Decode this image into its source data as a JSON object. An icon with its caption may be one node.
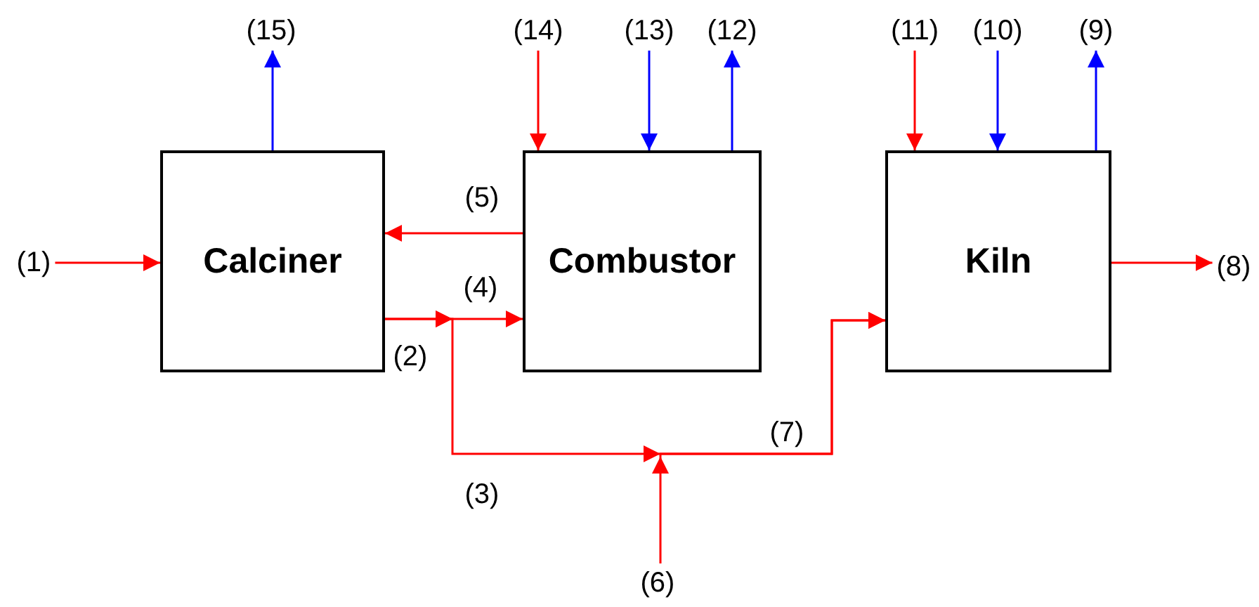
{
  "diagram": {
    "nodes": [
      {
        "text": [
          "Calciner"
        ]
      },
      {
        "text": [
          "Combustor"
        ]
      },
      {
        "text": [
          "Kiln"
        ]
      },
      {
        "text": [
          "(15)"
        ]
      },
      {
        "text": [
          "(14)"
        ]
      },
      {
        "text": [
          "(13)"
        ]
      },
      {
        "text": [
          "(12)"
        ]
      },
      {
        "text": [
          "(11)"
        ]
      },
      {
        "text": [
          "(10)"
        ]
      },
      {
        "text": [
          "(9)"
        ]
      },
      {
        "text": [
          "(1)"
        ]
      },
      {
        "text": [
          "(8)"
        ]
      },
      {
        "text": [
          "(6)"
        ]
      }
    ],
    "edges": [
      {
        "from": 10,
        "to": 0,
        "arrow": "to"
      },
      {
        "from": 0,
        "to": 3,
        "arrow": "to",
        "color": "#0000ff"
      },
      {
        "from": 4,
        "to": 1,
        "arrow": "to"
      },
      {
        "from": 5,
        "to": 1,
        "arrow": "to",
        "color": "#0000ff"
      },
      {
        "from": 1,
        "to": 6,
        "arrow": "to",
        "color": "#0000ff"
      },
      {
        "from": 1,
        "to": 0,
        "arrow": "to",
        "label": "(5)"
      },
      {
        "from": 0,
        "to": 1,
        "arrow": "to",
        "label": "(4)"
      },
      {
        "from": 0,
        "to": 2,
        "arrow": "to",
        "label": "(3)"
      },
      {
        "from": 12,
        "to": 2,
        "arrow": "to"
      },
      {
        "from": 7,
        "to": 2,
        "arrow": "to"
      },
      {
        "from": 8,
        "to": 2,
        "arrow": "to",
        "color": "#0000ff"
      },
      {
        "from": 2,
        "to": 9,
        "arrow": "to",
        "color": "#0000ff"
      },
      {
        "from": 2,
        "to": 11,
        "arrow": "to"
      }
    ],
    "labels": [
      "(2)",
      "(7)"
    ]
  }
}
